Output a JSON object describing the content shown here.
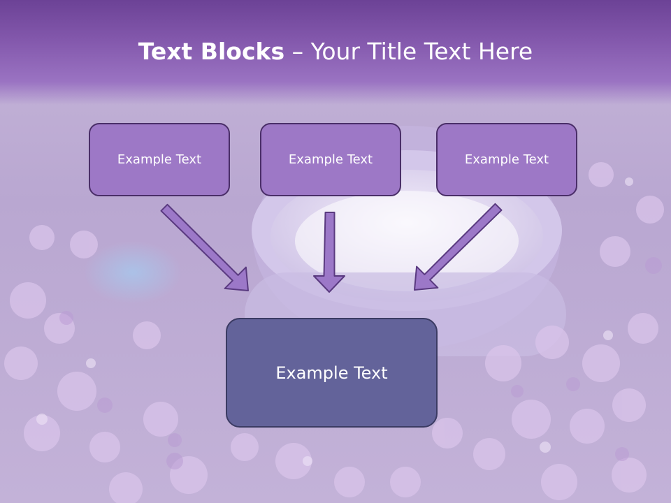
{
  "slide": {
    "title_bold": "Text Blocks",
    "title_dash": " – ",
    "title_rest": "Your Title Text Here"
  },
  "blocks": {
    "left": "Example Text",
    "center": "Example Text",
    "right": "Example Text",
    "bottom": "Example Text"
  },
  "colors": {
    "header": "#8459ad",
    "box_fill": "#9d78c6",
    "box_border": "#4a2e68",
    "bottom_fill": "#63639a",
    "arrow_fill": "#9c78c8",
    "arrow_stroke": "#5a3a80"
  }
}
